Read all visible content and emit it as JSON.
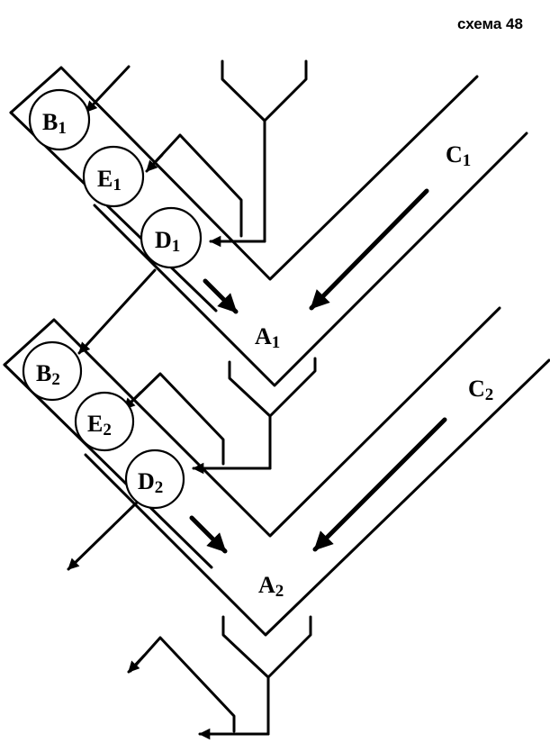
{
  "title": "схема 48",
  "labels": {
    "b1": {
      "main": "B",
      "sub": "1"
    },
    "e1": {
      "main": "E",
      "sub": "1"
    },
    "d1": {
      "main": "D",
      "sub": "1"
    },
    "b2": {
      "main": "B",
      "sub": "2"
    },
    "e2": {
      "main": "E",
      "sub": "2"
    },
    "d2": {
      "main": "D",
      "sub": "2"
    },
    "a1": {
      "main": "A",
      "sub": "1"
    },
    "a2": {
      "main": "A",
      "sub": "2"
    },
    "c1": {
      "main": "C",
      "sub": "1"
    },
    "c2": {
      "main": "C",
      "sub": "2"
    }
  },
  "colors": {
    "ink": "#000000",
    "paper": "#ffffff"
  }
}
